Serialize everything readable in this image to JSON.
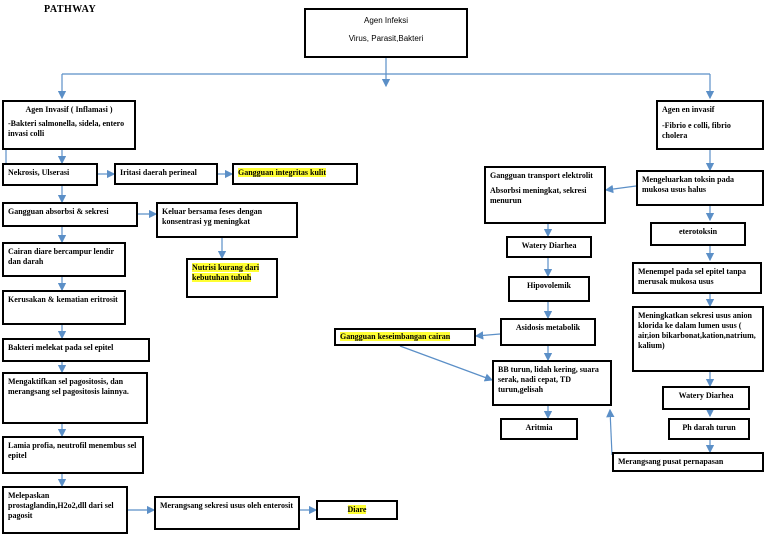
{
  "title": "PATHWAY",
  "colors": {
    "arrow": "#5b8fc7",
    "highlight": "#ffff33",
    "border": "#000000"
  },
  "nodes": {
    "agen_infeksi": {
      "line1": "Agen Infeksi",
      "line2": "Virus, Parasit,Bakteri"
    },
    "agen_invasif": {
      "line1": "Agen Invasif ( Inflamasi )",
      "line2": "-Bakteri salmonella, sidela, entero invasi colli"
    },
    "agen_en_invasif": {
      "line1": "Agen en invasif",
      "line2": "-Fibrio e colli, fibrio cholera"
    },
    "nekrosis": "Nekrosis, Ulserasi",
    "iritasi": "Iritasi daerah perineal",
    "gangguan_integritas": "Gangguan integritas kulit",
    "gangguan_absorbsi": "Gangguan absorbsi & sekresi",
    "keluar_feses": "Keluar bersama feses dengan konsentrasi yg meningkat",
    "nutrisi_kurang": "Nutrisi kurang dari kebutuhan tubuh",
    "cairan_diare": "Cairan diare bercampur lendir dan darah",
    "kerusakan": "Kerusakan & kematian eritrosit",
    "bakteri_melekat": "Bakteri melekat pada sel epitel",
    "mengaktifkan": "Mengaktifkan sel pagositosis, dan merangsang sel pagositosis lainnya.",
    "lamia_profia": "Lamia profia, neutrofil menembus sel epitel",
    "melepaskan": "Melepaskan prostaglandin,H2o2,dll dari sel pagosit",
    "merangsang_sekresi": "Merangsang sekresi usus oleh enterosit",
    "diare": "Diare",
    "gangguan_transport": {
      "line1": "Gangguan transport elektrolit",
      "line2": "Absorbsi meningkat, sekresi menurun"
    },
    "watery_diarhea_mid": "Watery Diarhea",
    "hipovolemik": "Hipovolemik",
    "asidosis": "Asidosis metabolik",
    "gangguan_keseimbangan": "Gangguan keseimbangan cairan",
    "bb_turun": "BB turun, lidah kering, suara serak, nadi cepat, TD turun,gelisah",
    "aritmia": "Aritmia",
    "mengeluarkan_toksin": "Mengeluarkan toksin pada mukosa usus halus",
    "eterotoksin": "eterotoksin",
    "menempel": "Menempel pada sel epitel tanpa merusak mukosa usus",
    "meningkatkan_sekresi": "Meningkatkan sekresi usus anion klorida ke dalam lumen usus ( air,ion bikarbonat,kation,natrium, kalium)",
    "watery_diarhea_right": "Watery Diarhea",
    "ph_darah": "Ph darah turun",
    "merangsang_pusat": "Merangsang pusat pernapasan"
  }
}
